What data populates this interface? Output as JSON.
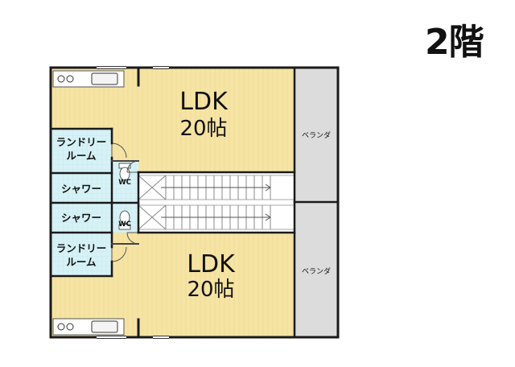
{
  "floor_label": "2階",
  "units": [
    {
      "ldk": {
        "name": "LDK",
        "size": "20帖"
      },
      "laundry": "ランドリー|ルーム",
      "shower": "シャワー",
      "wc": "WC",
      "veranda": "ベランダ"
    },
    {
      "ldk": {
        "name": "LDK",
        "size": "20帖"
      },
      "laundry": "ランドリー|ルーム",
      "shower": "シャワー",
      "wc": "WC",
      "veranda": "ベランダ"
    }
  ],
  "colors": {
    "wood_floor": "#f6e4a4",
    "tile_floor": "#d6f2f6",
    "veranda": "#dcdcdc",
    "wall": "#1a1a1a",
    "stairs": "#ffffff"
  }
}
